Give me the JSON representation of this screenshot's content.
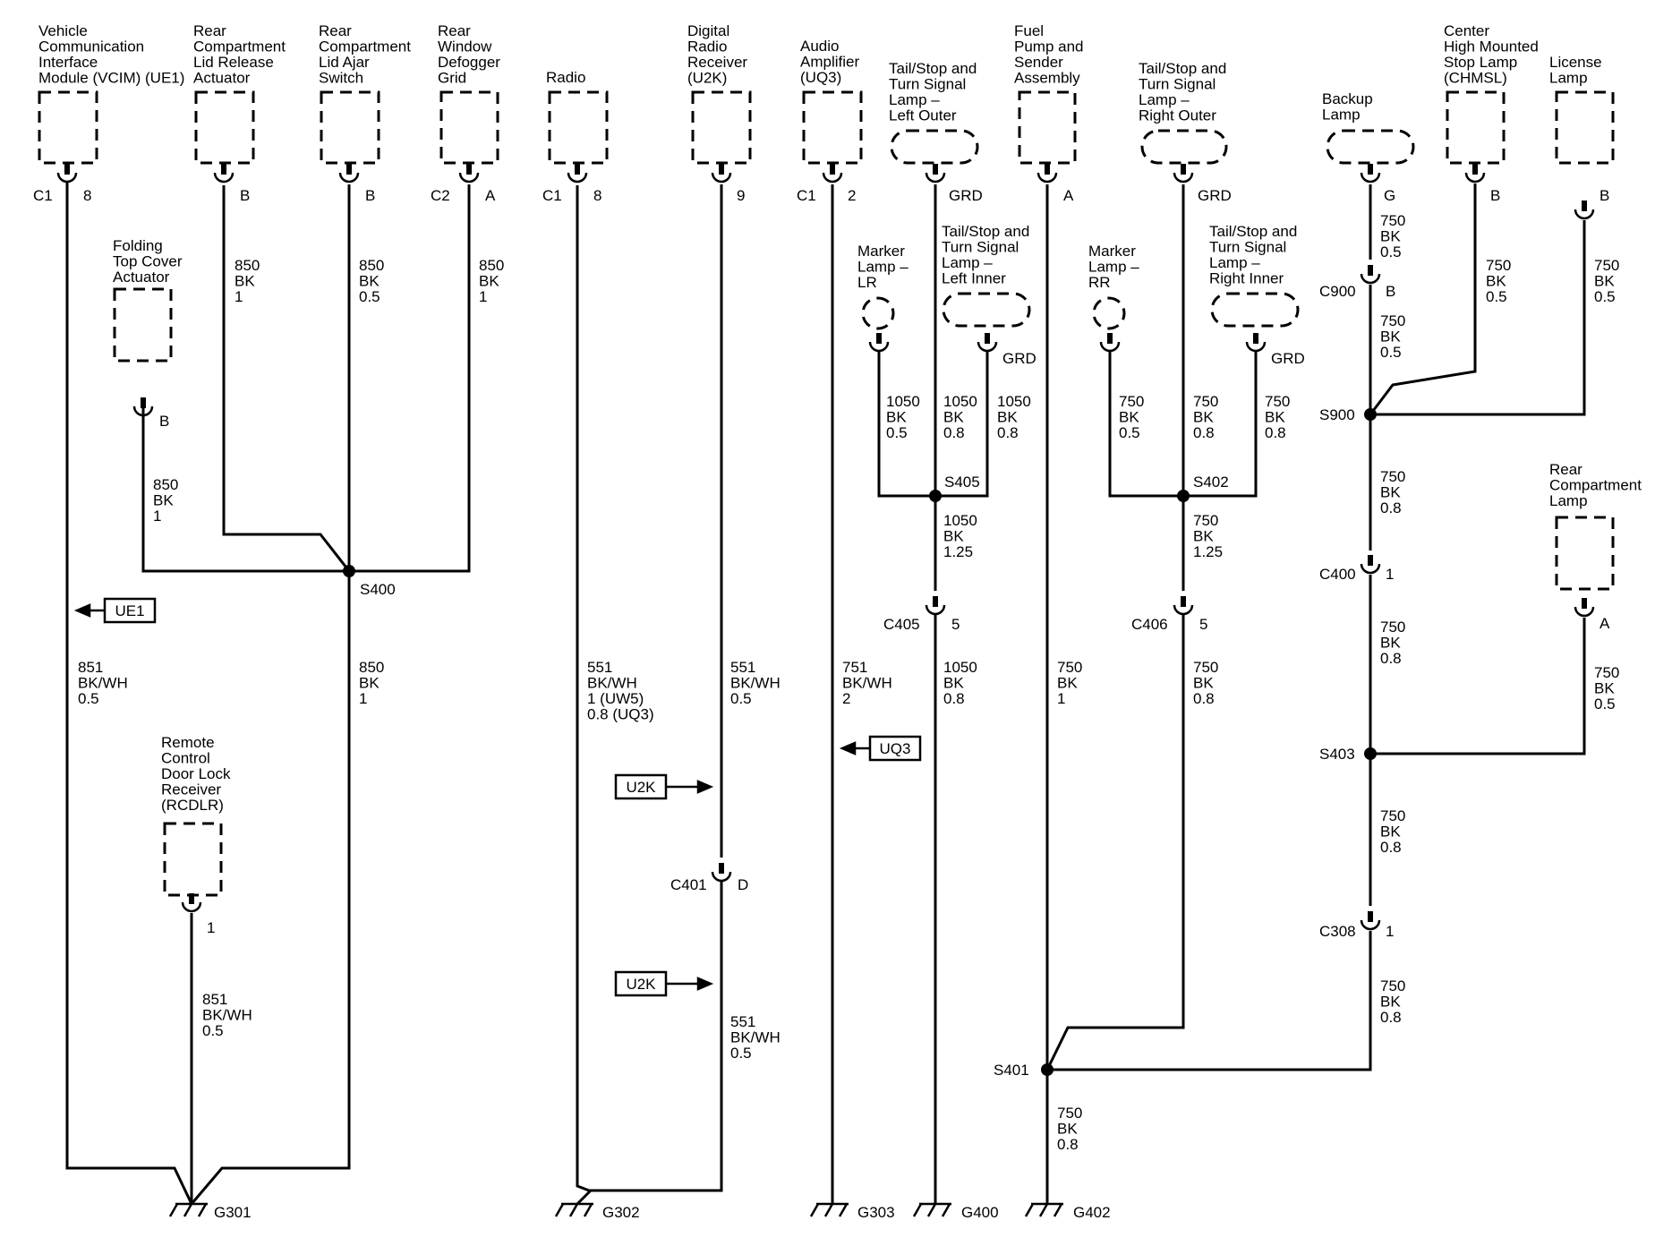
{
  "components": [
    {
      "id": "vcim",
      "lines": [
        "Vehicle",
        "Communication",
        "Interface",
        "Module (VCIM) (UE1)"
      ]
    },
    {
      "id": "lid-release",
      "lines": [
        "Rear",
        "Compartment",
        "Lid Release",
        "Actuator"
      ]
    },
    {
      "id": "lid-ajar",
      "lines": [
        "Rear",
        "Compartment",
        "Lid Ajar",
        "Switch"
      ]
    },
    {
      "id": "defogger",
      "lines": [
        "Rear",
        "Window",
        "Defogger",
        "Grid"
      ]
    },
    {
      "id": "radio",
      "lines": [
        "Radio"
      ]
    },
    {
      "id": "drr",
      "lines": [
        "Digital",
        "Radio",
        "Receiver",
        "(U2K)"
      ]
    },
    {
      "id": "amp",
      "lines": [
        "Audio",
        "Amplifier",
        "(UQ3)"
      ]
    },
    {
      "id": "tail-lo",
      "lines": [
        "Tail/Stop and",
        "Turn Signal",
        "Lamp –",
        "Left Outer"
      ]
    },
    {
      "id": "fuel",
      "lines": [
        "Fuel",
        "Pump and",
        "Sender",
        "Assembly"
      ]
    },
    {
      "id": "tail-ro",
      "lines": [
        "Tail/Stop and",
        "Turn Signal",
        "Lamp –",
        "Right Outer"
      ]
    },
    {
      "id": "backup",
      "lines": [
        "Backup",
        "Lamp"
      ]
    },
    {
      "id": "chmsl",
      "lines": [
        "Center",
        "High Mounted",
        "Stop Lamp",
        "(CHMSL)"
      ]
    },
    {
      "id": "license",
      "lines": [
        "License",
        "Lamp"
      ]
    },
    {
      "id": "folding",
      "lines": [
        "Folding",
        "Top Cover",
        "Actuator"
      ]
    },
    {
      "id": "marker-lr",
      "lines": [
        "Marker",
        "Lamp –",
        "LR"
      ]
    },
    {
      "id": "tail-li",
      "lines": [
        "Tail/Stop and",
        "Turn Signal",
        "Lamp –",
        "Left Inner"
      ]
    },
    {
      "id": "marker-rr",
      "lines": [
        "Marker",
        "Lamp –",
        "RR"
      ]
    },
    {
      "id": "tail-ri",
      "lines": [
        "Tail/Stop and",
        "Turn Signal",
        "Lamp –",
        "Right Inner"
      ]
    },
    {
      "id": "rear-comp",
      "lines": [
        "Rear",
        "Compartment",
        "Lamp"
      ]
    },
    {
      "id": "rcdlr",
      "lines": [
        "Remote",
        "Control",
        "Door Lock",
        "Receiver",
        "(RCDLR)"
      ]
    }
  ],
  "pin_labels": [
    {
      "id": "c1-8-a",
      "text": "C1"
    },
    {
      "id": "c1-8-b",
      "text": "8"
    },
    {
      "id": "lidrel-b",
      "text": "B"
    },
    {
      "id": "ajar-b",
      "text": "B"
    },
    {
      "id": "c2",
      "text": "C2"
    },
    {
      "id": "c2-a",
      "text": "A"
    },
    {
      "id": "radio-c1",
      "text": "C1"
    },
    {
      "id": "radio-8",
      "text": "8"
    },
    {
      "id": "drr-9",
      "text": "9"
    },
    {
      "id": "amp-c1",
      "text": "C1"
    },
    {
      "id": "amp-2",
      "text": "2"
    },
    {
      "id": "tlo-grd",
      "text": "GRD"
    },
    {
      "id": "fuel-a",
      "text": "A"
    },
    {
      "id": "tro-grd",
      "text": "GRD"
    },
    {
      "id": "backup-g",
      "text": "G"
    },
    {
      "id": "chmsl-b",
      "text": "B"
    },
    {
      "id": "lic-b",
      "text": "B"
    },
    {
      "id": "fold-b",
      "text": "B"
    },
    {
      "id": "tli-grd",
      "text": "GRD"
    },
    {
      "id": "tri-grd",
      "text": "GRD"
    },
    {
      "id": "rcl-a",
      "text": "A"
    },
    {
      "id": "rcdlr-1",
      "text": "1"
    }
  ],
  "connectors": [
    {
      "id": "c900",
      "name": "C900",
      "pin": "B"
    },
    {
      "id": "c405",
      "name": "C405",
      "pin": "5"
    },
    {
      "id": "c406",
      "name": "C406",
      "pin": "5"
    },
    {
      "id": "c400",
      "name": "C400",
      "pin": "1"
    },
    {
      "id": "c401",
      "name": "C401",
      "pin": "D"
    },
    {
      "id": "c308",
      "name": "C308",
      "pin": "1"
    }
  ],
  "splices": [
    "S400",
    "S405",
    "S402",
    "S900",
    "S403",
    "S401"
  ],
  "grounds": [
    "G301",
    "G302",
    "G303",
    "G400",
    "G402"
  ],
  "wire_labels": [
    {
      "id": "w-lidrel",
      "lines": [
        "850",
        "BK",
        "1"
      ]
    },
    {
      "id": "w-ajar-top",
      "lines": [
        "850",
        "BK",
        "0.5"
      ]
    },
    {
      "id": "w-defog",
      "lines": [
        "850",
        "BK",
        "1"
      ]
    },
    {
      "id": "w-fold",
      "lines": [
        "850",
        "BK",
        "1"
      ]
    },
    {
      "id": "w-vcim",
      "lines": [
        "851",
        "BK/WH",
        "0.5"
      ]
    },
    {
      "id": "w-s400-down",
      "lines": [
        "850",
        "BK",
        "1"
      ]
    },
    {
      "id": "w-rcdlr",
      "lines": [
        "851",
        "BK/WH",
        "0.5"
      ]
    },
    {
      "id": "w-radio",
      "lines": [
        "551",
        "BK/WH",
        "1 (UW5)",
        "0.8 (UQ3)"
      ]
    },
    {
      "id": "w-drr-top",
      "lines": [
        "551",
        "BK/WH",
        "0.5"
      ]
    },
    {
      "id": "w-drr-bot",
      "lines": [
        "551",
        "BK/WH",
        "0.5"
      ]
    },
    {
      "id": "w-amp",
      "lines": [
        "751",
        "BK/WH",
        "2"
      ]
    },
    {
      "id": "w-mlr",
      "lines": [
        "1050",
        "BK",
        "0.5"
      ]
    },
    {
      "id": "w-tlo",
      "lines": [
        "1050",
        "BK",
        "0.8"
      ]
    },
    {
      "id": "w-tli",
      "lines": [
        "1050",
        "BK",
        "0.8"
      ]
    },
    {
      "id": "w-s405-down",
      "lines": [
        "1050",
        "BK",
        "1.25"
      ]
    },
    {
      "id": "w-c405-down",
      "lines": [
        "1050",
        "BK",
        "0.8"
      ]
    },
    {
      "id": "w-fuel",
      "lines": [
        "750",
        "BK",
        "1"
      ]
    },
    {
      "id": "w-mrr",
      "lines": [
        "750",
        "BK",
        "0.5"
      ]
    },
    {
      "id": "w-tro",
      "lines": [
        "750",
        "BK",
        "0.8"
      ]
    },
    {
      "id": "w-tri",
      "lines": [
        "750",
        "BK",
        "0.8"
      ]
    },
    {
      "id": "w-s402-down",
      "lines": [
        "750",
        "BK",
        "1.25"
      ]
    },
    {
      "id": "w-c406-down",
      "lines": [
        "750",
        "BK",
        "0.8"
      ]
    },
    {
      "id": "w-backup",
      "lines": [
        "750",
        "BK",
        "0.5"
      ]
    },
    {
      "id": "w-c900-down",
      "lines": [
        "750",
        "BK",
        "0.5"
      ]
    },
    {
      "id": "w-chmsl",
      "lines": [
        "750",
        "BK",
        "0.5"
      ]
    },
    {
      "id": "w-lic",
      "lines": [
        "750",
        "BK",
        "0.5"
      ]
    },
    {
      "id": "w-s900-down",
      "lines": [
        "750",
        "BK",
        "0.8"
      ]
    },
    {
      "id": "w-c400-down",
      "lines": [
        "750",
        "BK",
        "0.8"
      ]
    },
    {
      "id": "w-rcl",
      "lines": [
        "750",
        "BK",
        "0.5"
      ]
    },
    {
      "id": "w-s403-down",
      "lines": [
        "750",
        "BK",
        "0.8"
      ]
    },
    {
      "id": "w-c308-down",
      "lines": [
        "750",
        "BK",
        "0.8"
      ]
    },
    {
      "id": "w-s401-down",
      "lines": [
        "750",
        "BK",
        "0.8"
      ]
    }
  ],
  "option_flags": [
    {
      "id": "flag-ue1",
      "text": "UE1"
    },
    {
      "id": "flag-uq3",
      "text": "UQ3"
    },
    {
      "id": "flag-u2k-1",
      "text": "U2K"
    },
    {
      "id": "flag-u2k-2",
      "text": "U2K"
    }
  ]
}
